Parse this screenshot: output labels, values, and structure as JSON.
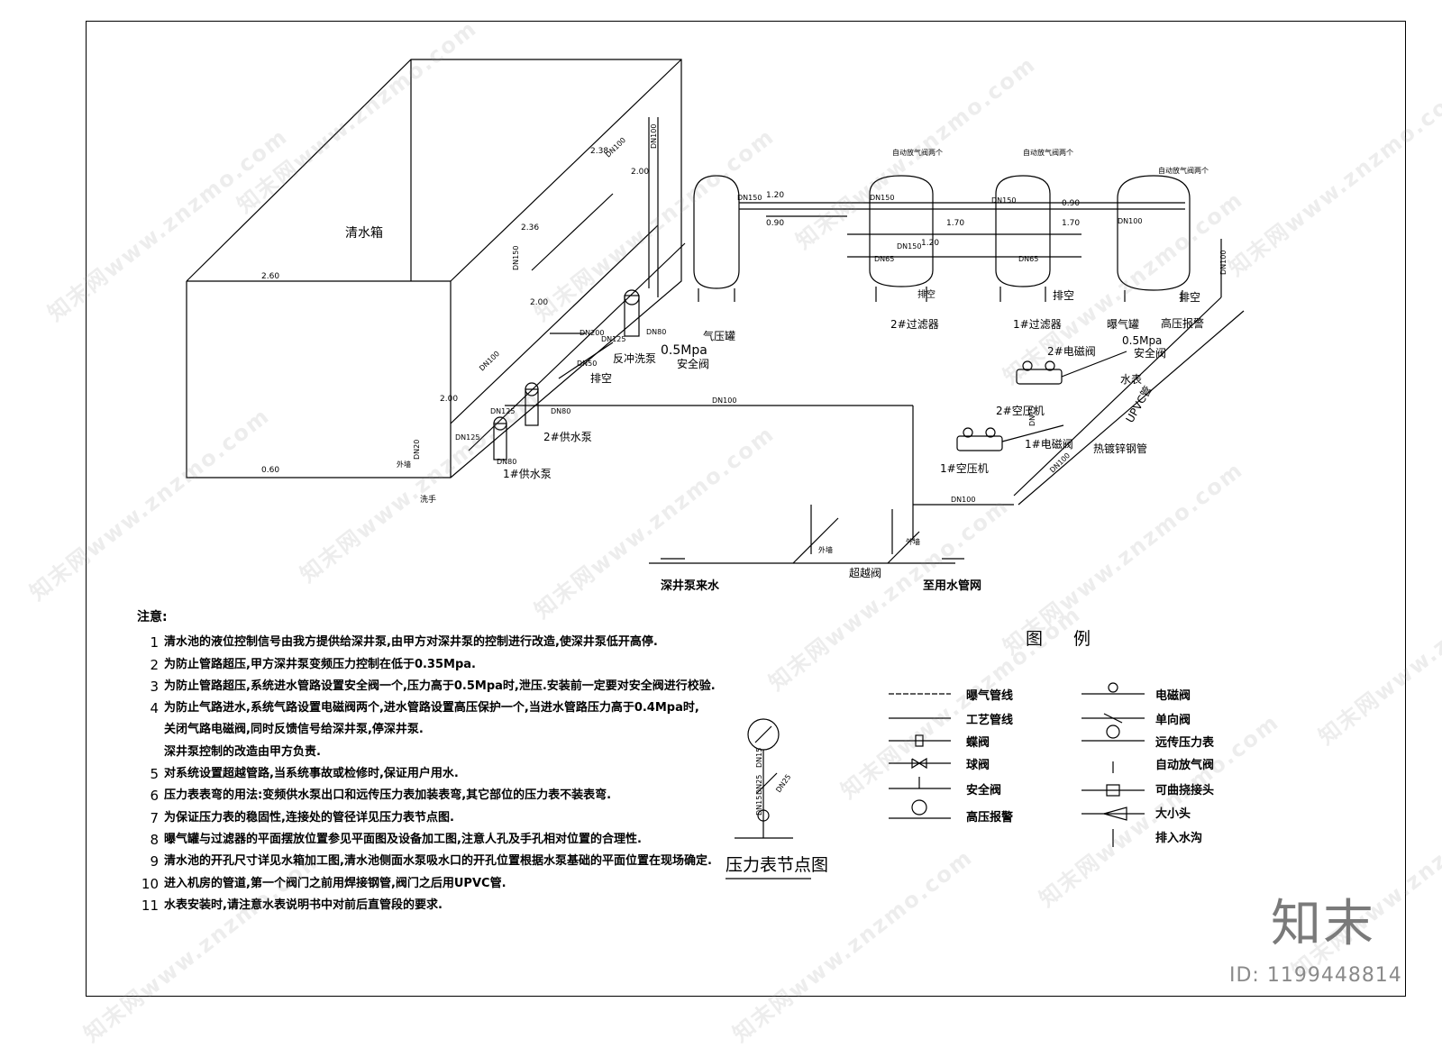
{
  "diagram": {
    "labels": {
      "tank": "清水箱",
      "backwash_pump": "反冲洗泵",
      "supply_pump_2": "2#供水泵",
      "supply_pump_1": "1#供水泵",
      "pressure_tank": "气压罐",
      "pressure_value": "0.5Mpa",
      "safety_valve": "安全阀",
      "filter_2": "2#过滤器",
      "filter_1": "1#过滤器",
      "aeration_tank": "曝气罐",
      "high_pressure_alarm": "高压报警",
      "pressure_value_2": "0.5Mpa",
      "safety_valve_2": "安全阀",
      "solenoid_2": "2#电磁阀",
      "solenoid_1": "1#电磁阀",
      "compressor_2": "2#空压机",
      "compressor_1": "1#空压机",
      "water_meter": "水表",
      "upvc": "UPVC管",
      "galvanized": "热镀锌钢管",
      "well_inlet": "深井泵来水",
      "to_network": "至用水管网",
      "bypass_valve": "超越阀",
      "vent_1": "排空",
      "vent_2": "排空",
      "vent_3": "排空",
      "vent_4": "排空",
      "auto_vent_1": "自动放气阀两个",
      "auto_vent_2": "自动放气阀两个",
      "auto_vent_3": "自动放气阀两个",
      "hand_wash": "洗手",
      "wall_1": "外墙",
      "wall_2": "外墙",
      "wall_3": "外墙",
      "lv_260": "2.60",
      "lv_060": "0.60",
      "lv_236": "2.36",
      "lv_200": "2.00",
      "lv_200b": "2.00",
      "lv_200c": "2.00",
      "lv_238": "2.38",
      "lv_120": "1.20",
      "lv_090": "0.90",
      "lv_170": "1.70",
      "lv_120b": "1.20",
      "lv_090b": "0.90",
      "lv_170b": "1.70",
      "dn_100_a": "DN100",
      "dn_100_b": "DN100",
      "dn_100_c": "DN100",
      "dn_100_d": "DN100",
      "dn_100_e": "DN100",
      "dn_100_f": "DN100",
      "dn_100_g": "DN100",
      "dn_100_h": "DN100",
      "dn_150_a": "DN150",
      "dn_150_b": "DN150",
      "dn_150_c": "DN150",
      "dn_150_d": "DN150",
      "dn_150_e": "DN150",
      "dn_125_a": "DN125",
      "dn_125_b": "DN125",
      "dn_125_c": "DN125",
      "dn_80_a": "DN80",
      "dn_80_b": "DN80",
      "dn_80_c": "DN80",
      "dn_50": "DN50",
      "dn_65_a": "DN65",
      "dn_65_b": "DN65",
      "dn_20": "DN20",
      "dn_200": "DN200",
      "dn_15": "DN15"
    },
    "notes": {
      "title": "注意:",
      "items": [
        {
          "num": "1",
          "text": "清水池的液位控制信号由我方提供给深井泵,由甲方对深井泵的控制进行改造,使深井泵低开高停."
        },
        {
          "num": "2",
          "text": "为防止管路超压,甲方深井泵变频压力控制在低于0.35Mpa."
        },
        {
          "num": "3",
          "text": "为防止管路超压,系统进水管路设置安全阀一个,压力高于0.5Mpa时,泄压.安装前一定要对安全阀进行校验."
        },
        {
          "num": "4",
          "text": "为防止气路进水,系统气路设置电磁阀两个,进水管路设置高压保护一个,当进水管路压力高于0.4Mpa时,"
        },
        {
          "num": "",
          "text": "关闭气路电磁阀,同时反馈信号给深井泵,停深井泵."
        },
        {
          "num": "",
          "text": "深井泵控制的改造由甲方负责."
        },
        {
          "num": "5",
          "text": "对系统设置超越管路,当系统事故或检修时,保证用户用水."
        },
        {
          "num": "6",
          "text": "压力表表弯的用法:变频供水泵出口和远传压力表加装表弯,其它部位的压力表不装表弯."
        },
        {
          "num": "7",
          "text": "为保证压力表的稳固性,连接处的管径详见压力表节点图."
        },
        {
          "num": "8",
          "text": "曝气罐与过滤器的平面摆放位置参见平面图及设备加工图,注意人孔及手孔相对位置的合理性."
        },
        {
          "num": "9",
          "text": "清水池的开孔尺寸详见水箱加工图,清水池侧面水泵吸水口的开孔位置根据水泵基础的平面位置在现场确定."
        },
        {
          "num": "10",
          "text": "进入机房的管道,第一个阀门之前用焊接钢管,阀门之后用UPVC管."
        },
        {
          "num": "11",
          "text": "水表安装时,请注意水表说明书中对前后直管段的要求."
        }
      ]
    },
    "gauge_node": {
      "title": "压力表节点图",
      "dn15_a": "DN15",
      "dn25_a": "DN25",
      "dn15_b": "DN15",
      "dn25_b": "DN25"
    },
    "legend": {
      "title": "图 例",
      "left": [
        {
          "icon": "aeration-line-icon",
          "label": "曝气管线"
        },
        {
          "icon": "process-line-icon",
          "label": "工艺管线"
        },
        {
          "icon": "butterfly-valve-icon",
          "label": "蝶阀"
        },
        {
          "icon": "ball-valve-icon",
          "label": "球阀"
        },
        {
          "icon": "safety-valve-icon",
          "label": "安全阀"
        },
        {
          "icon": "high-pressure-alarm-icon",
          "label": "高压报警"
        }
      ],
      "right": [
        {
          "icon": "solenoid-valve-icon",
          "label": "电磁阀"
        },
        {
          "icon": "check-valve-icon",
          "label": "单向阀"
        },
        {
          "icon": "remote-gauge-icon",
          "label": "远传压力表"
        },
        {
          "icon": "auto-vent-icon",
          "label": "自动放气阀"
        },
        {
          "icon": "flexible-joint-icon",
          "label": "可曲挠接头"
        },
        {
          "icon": "reducer-icon",
          "label": "大小头"
        },
        {
          "icon": "drain-icon",
          "label": "排入水沟"
        }
      ]
    },
    "brand": "知末",
    "id_label": "ID: 1199448814",
    "watermark": "知末网www.znzmo.com"
  }
}
